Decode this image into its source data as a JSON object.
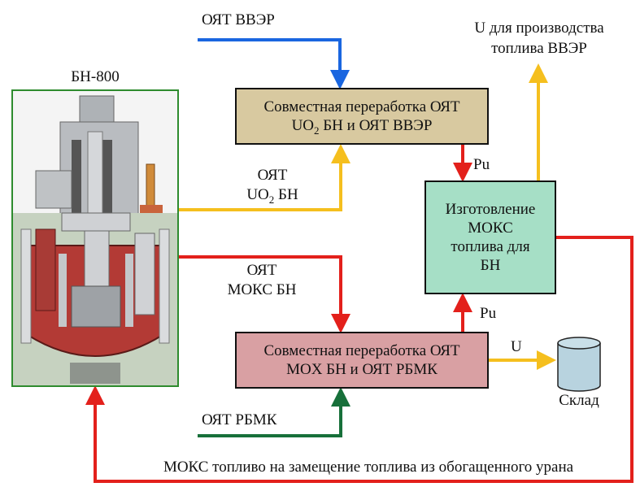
{
  "reactor": {
    "title": "БН-800",
    "image": "reactor-cutaway"
  },
  "inputs": {
    "vver_spent_fuel": "ОЯТ ВВЭР",
    "rbmk_spent_fuel": "ОЯТ РБМК",
    "bn_uo2_line1": "ОЯТ",
    "bn_uo2_line2_prefix": "UO",
    "bn_uo2_line2_sub": "2",
    "bn_uo2_line2_suffix": " БН",
    "bn_mox_line1": "ОЯТ",
    "bn_mox_line2": "МОКС БН"
  },
  "boxes": {
    "top": {
      "line1": "Совместная переработка ОЯТ",
      "line2_prefix": "UO",
      "line2_sub": "2",
      "line2_suffix": " БН и ОЯТ ВВЭР"
    },
    "bottom": {
      "line1": "Совместная переработка ОЯТ",
      "line2": "MOX БН и ОЯТ РБМК"
    },
    "mox": {
      "line1": "Изготовление",
      "line2": "МОКС",
      "line3": "топлива для",
      "line4": "БН"
    }
  },
  "flows": {
    "pu_top": "Pu",
    "pu_bottom": "Pu",
    "u_to_storage": "U",
    "u_output_line1": "U для производства",
    "u_output_line2": "топлива ВВЭР",
    "mox_return": "МОКС топливо на замещение топлива из обогащенного урана"
  },
  "storage": {
    "label": "Склад"
  },
  "colors": {
    "blue": "#1a66e0",
    "yellow": "#f5bf1e",
    "red": "#e3201b",
    "green": "#17703a",
    "frame_green": "#2e8b2e",
    "box_top": "#d8c9a0",
    "box_bottom": "#d9a0a3",
    "box_mox": "#a6dfc6",
    "storage": "#b8d3df"
  }
}
